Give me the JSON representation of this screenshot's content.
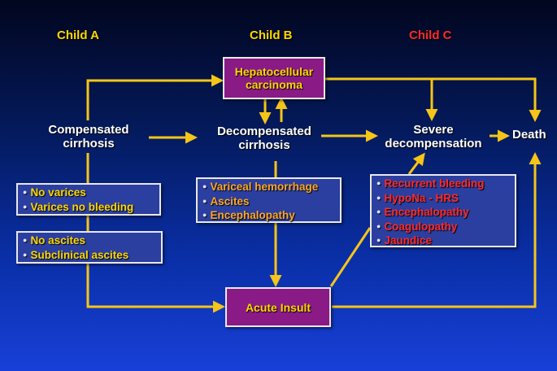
{
  "colors": {
    "yellow": "#ffd700",
    "orange": "#ffa726",
    "red": "#ff2a2a",
    "white": "#ffffff",
    "box_fill": "#2a3fa0",
    "purple_fill": "#8a1a86",
    "arrow": "#f5c518"
  },
  "headers": {
    "child_a": "Child A",
    "child_b": "Child B",
    "child_c": "Child C"
  },
  "nodes": {
    "hcc_line1": "Hepatocellular",
    "hcc_line2": "carcinoma",
    "compensated_line1": "Compensated",
    "compensated_line2": "cirrhosis",
    "decompensated_line1": "Decompensated",
    "decompensated_line2": "cirrhosis",
    "severe_line1": "Severe",
    "severe_line2": "decompensation",
    "death": "Death",
    "acute_insult": "Acute Insult"
  },
  "boxes": {
    "varices": [
      "No varices",
      "Varices no bleeding"
    ],
    "ascites": [
      "No ascites",
      "Subclinical ascites"
    ],
    "decompensated_features": [
      "Variceal hemorrhage",
      "Ascites",
      "Encephalopathy"
    ],
    "severe_features": [
      "Recurrent bleeding",
      "HypoNa - HRS",
      "Encephalopathy",
      "Coagulopathy",
      "Jaundice"
    ]
  }
}
